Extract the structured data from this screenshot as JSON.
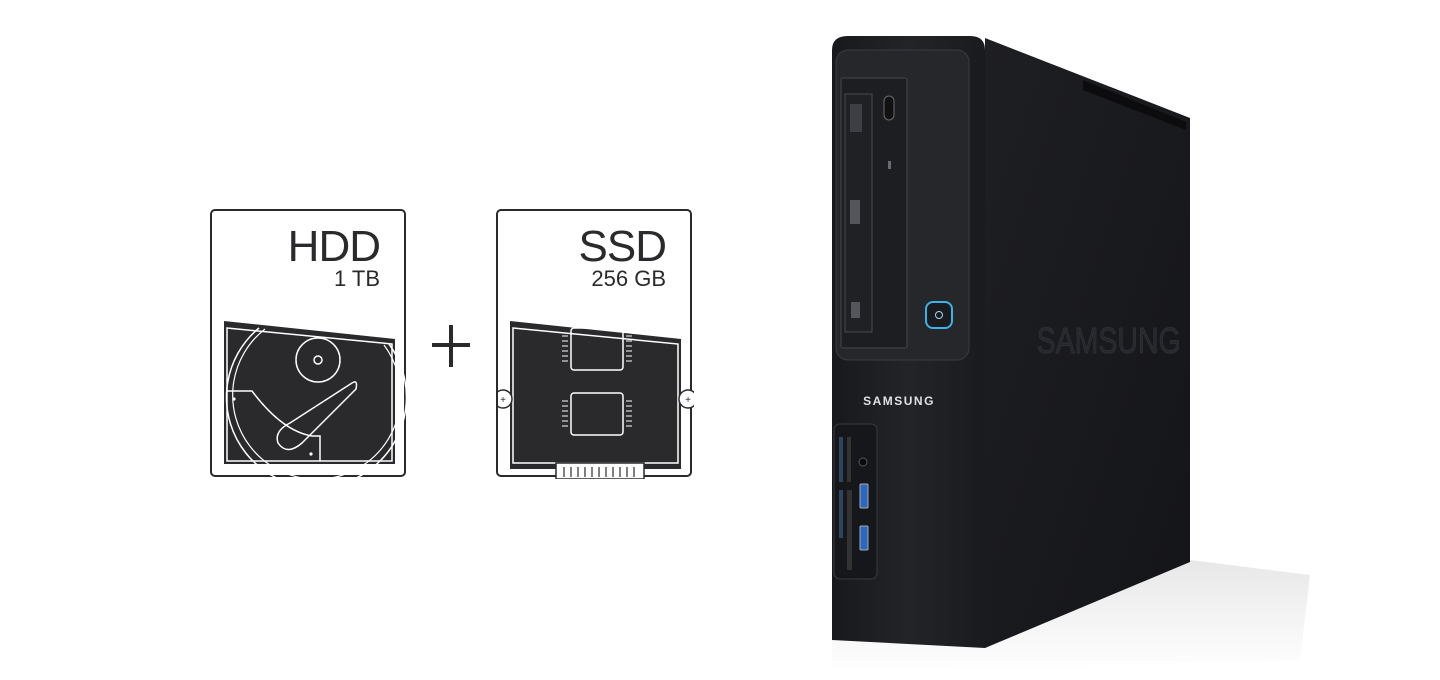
{
  "drives": [
    {
      "name": "HDD",
      "capacity": "1 TB",
      "icon": "hard-disk-drive-icon"
    },
    {
      "name": "SSD",
      "capacity": "256 GB",
      "icon": "solid-state-drive-icon"
    }
  ],
  "connector": "+",
  "computer": {
    "brand_front": "SAMSUNG",
    "brand_side": "SAMSUNG",
    "power_led_color": "#3ab4e8",
    "body_color": "#1c1d21"
  }
}
